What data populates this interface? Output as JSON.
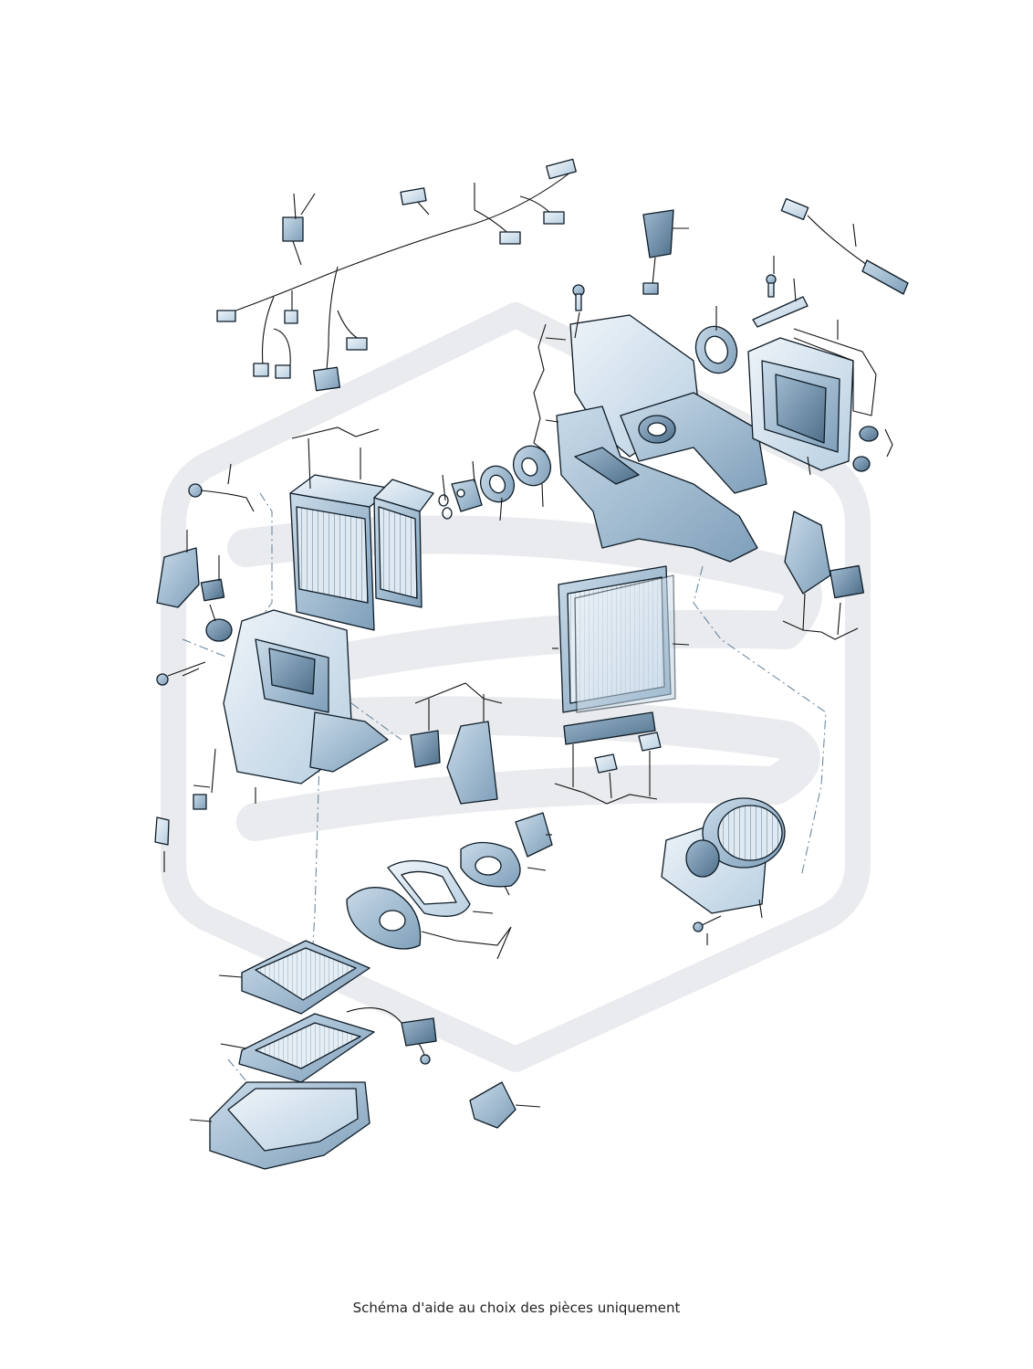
{
  "footer": {
    "disclaimer": "Schéma d'aide au choix des pièces uniquement"
  },
  "colors": {
    "part_fill_light": "#dce8f2",
    "part_fill_mid": "#a9c3d8",
    "part_fill_dark": "#6f93b0",
    "outline": "#0d1b26",
    "watermark": "#e9ebee",
    "dash_line": "#5f7f98"
  },
  "parts": [
    "wiring-harness",
    "harness-connector",
    "temperature-sensor-rod",
    "cabin-air-filter-element",
    "outside-temp-sensor",
    "screw",
    "bracket",
    "seal-ring",
    "upper-air-distribution-housing",
    "air-intake-housing",
    "sealing-gasket",
    "flap-servo-motor",
    "evaporator",
    "heat-exchanger",
    "expansion-valve",
    "o-rings",
    "grommet",
    "air-duct-seal",
    "lever-bracket",
    "servomotor-small",
    "actuator-gear",
    "temp-sender",
    "lower-heater-housing",
    "dust-pollen-filter",
    "filter-cover",
    "filter-clips",
    "blower-motor",
    "blower-resistor",
    "duct-connector",
    "duct-gaskets",
    "cover-plate",
    "heater-core",
    "electric-heater",
    "lower-tray",
    "clip"
  ]
}
